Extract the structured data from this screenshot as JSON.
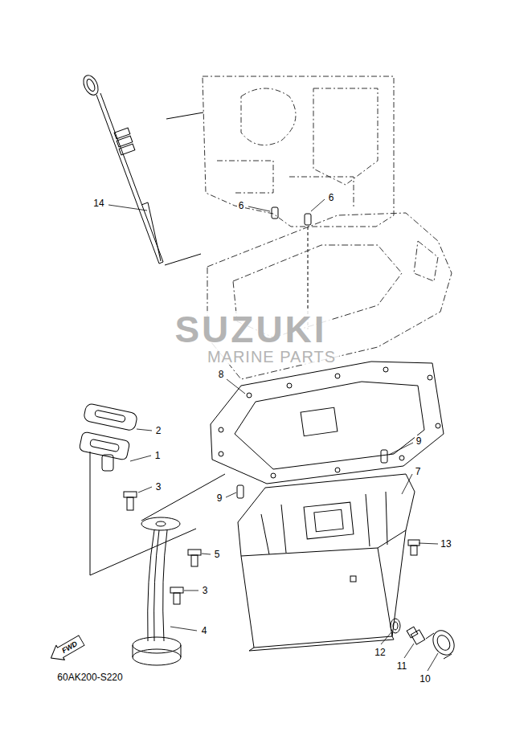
{
  "diagram": {
    "nodes": [
      {
        "text": [
          "FWD"
        ]
      }
    ],
    "labels": [
      "14",
      "6",
      "6",
      "SUZUKI",
      "MARINE PARTS",
      "8",
      "2",
      "1",
      "3",
      "9",
      "7",
      "9",
      "5",
      "13",
      "3",
      "4",
      "12",
      "11",
      "10",
      "60AK200-S220"
    ]
  }
}
